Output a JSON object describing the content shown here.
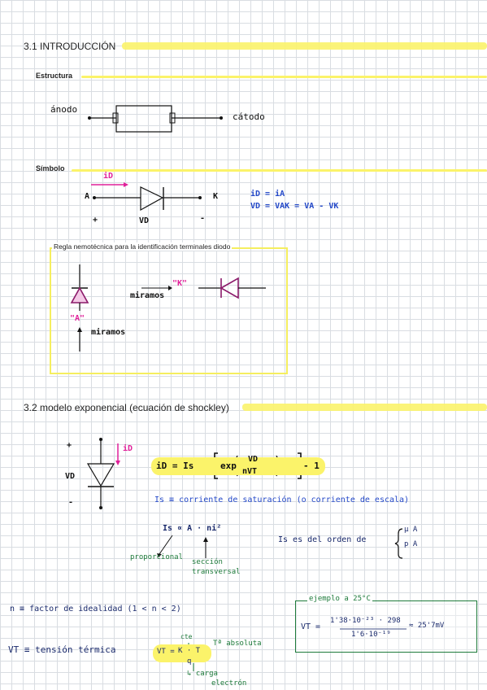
{
  "section1": {
    "title": "3.1 INTRODUCCIÓN",
    "estructura_label": "Estructura",
    "anodo_label": "ánodo",
    "catodo_label": "cátodo",
    "simbolo_label": "Símbolo",
    "id_label": "iD",
    "a_label": "A",
    "k_label": "K",
    "plus": "+",
    "minus": "-",
    "vd_label": "VD",
    "eq1": "iD = iA",
    "eq2": "VD = VAK = VA - VK",
    "regla_title": "Regla nemotécnica para la identificación terminales diodo",
    "miramos_1": "miramos",
    "k_quote": "\"K\"",
    "a_quote": "\"A\"",
    "miramos_2": "miramos"
  },
  "section2": {
    "title": "3.2 modelo exponencial (ecuación de shockley)",
    "plus": "+",
    "minus": "-",
    "vd_label": "VD",
    "id_label": "iD",
    "main_eq_lhs": "iD = Is",
    "main_eq_exp": "exp",
    "main_eq_num": "VD",
    "main_eq_den": "nVT",
    "main_eq_tail": "- 1",
    "is_def": "Is ≡ corriente de saturación (o corriente de escala)",
    "is_prop": "Is ∝ A · ni²",
    "proporcional": "proporcional",
    "seccion": "sección",
    "transversal": "transversal",
    "is_order": "Is  es del orden de",
    "order_1": "μ A",
    "order_2": "p A",
    "ejemplo_title": "ejemplo a 25°C",
    "ejemplo_eq_lhs": "VT =",
    "ejemplo_num": "1'38·10⁻²³ · 298",
    "ejemplo_den": "1'6·10⁻¹⁹",
    "ejemplo_res": "≈ 25'7mV",
    "n_def": "n ≡ factor de idealidad (1 < n < 2)",
    "vt_def": "VT ≡ tensión térmica",
    "vt_eq_lhs": "VT =",
    "vt_eq_num": "K · T",
    "vt_eq_den": "q",
    "cte": "cte",
    "t_abs": "Tª absoluta",
    "carga_1": "↳ carga",
    "carga_2": "electrón"
  }
}
